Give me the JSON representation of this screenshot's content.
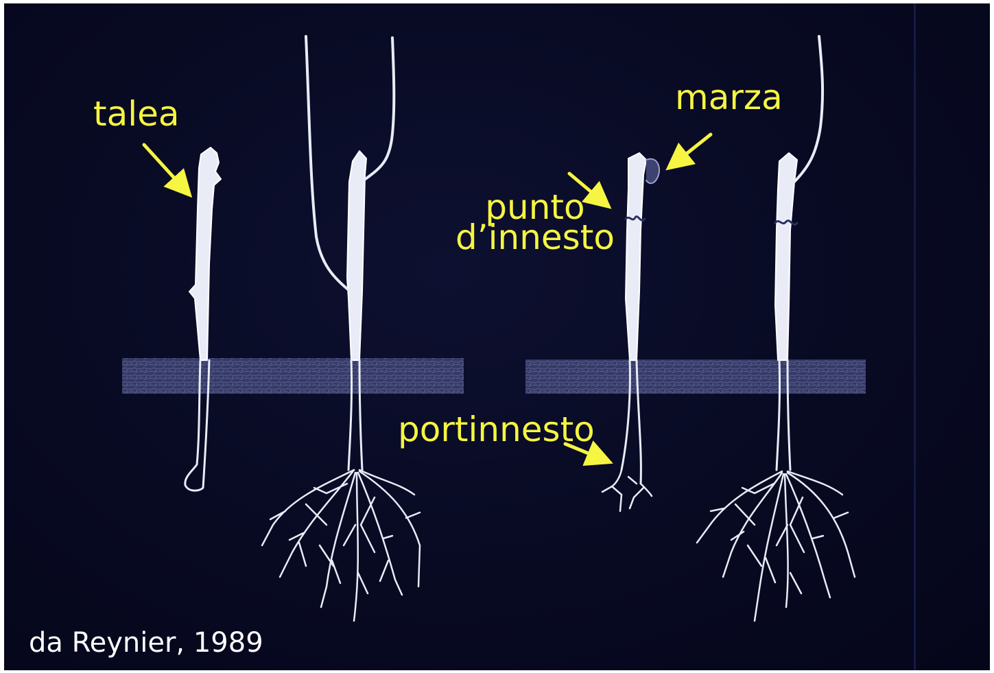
{
  "labels": {
    "talea": "talea",
    "marza": "marza",
    "punto_line1": "punto",
    "punto_line2": "d’innesto",
    "portinnesto": "portinnesto"
  },
  "credit": "da Reynier, 1989",
  "colors": {
    "background": "#080a22",
    "label": "#f6f542",
    "arrow": "#f6f542",
    "plant": "#e9ecf7",
    "soil": "#3d4270",
    "credit": "#ffffff"
  },
  "icons": {
    "arrow": "arrow-icon",
    "plant": "grapevine-cutting-drawing",
    "graft": "graft-joint-mark"
  }
}
